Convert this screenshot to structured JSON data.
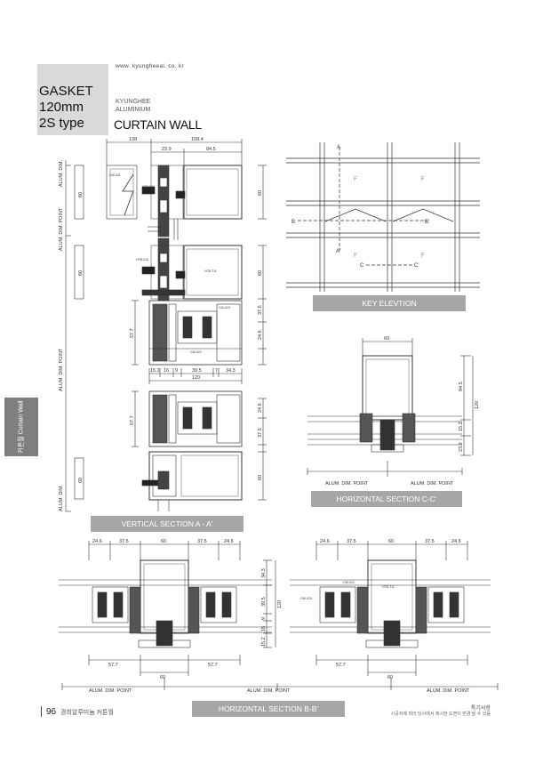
{
  "header": {
    "gasket_line1": "GASKET",
    "gasket_line2": "120mm",
    "gasket_line3": "2S type",
    "url": "www. kyungheeal. co. kr",
    "brand_line1": "KYUNGHEE",
    "brand_line2": "ALUMINIUM",
    "product": "CURTAIN WALL"
  },
  "side_tab": {
    "text": "커튼월 Curtain Wall"
  },
  "sections": {
    "vertical": "VERTICAL SECTION A - A'",
    "key_elevation": "KEY ELEVTION",
    "horizontal_cc": "HORIZONTAL SECTION C-C'",
    "horizontal_bb": "HORIZONTAL SECTION B-B'"
  },
  "vertical_dims": {
    "top_total": "138",
    "top_right": "108.4",
    "d1": "23.9",
    "d2": "84.5",
    "side_alum": "ALUM. DIM.",
    "side_point": "ALUM. DIM. POINT",
    "v60a": "60",
    "v60b": "60",
    "v60c": "60",
    "v60d": "60",
    "v57a": "57.7",
    "v57b": "57.7",
    "v37a": "37.5",
    "v24a": "24.6",
    "v24b": "24.6",
    "v37b": "37.5",
    "b1": "15.2",
    "b2": "16",
    "b3": "9",
    "b4": "39.5",
    "b5": "7",
    "b6": "34.3",
    "b_total": "120",
    "part1": "CW-041",
    "part2": "HTB-014",
    "part3": "HTB-012",
    "part4": "HTB-T-8",
    "part5": "CW-024",
    "part6": "CW-022"
  },
  "key_elev": {
    "A": "A",
    "A2": "A'",
    "B": "B",
    "B2": "B'",
    "C": "C",
    "C2": "C'",
    "F": "F"
  },
  "cc_dims": {
    "w": "60",
    "h1": "84.5",
    "h2": "120",
    "h3": "15.2",
    "h4": "23.9",
    "left": "ALUM. DIM. POINT",
    "right": "ALUM. DIM. POINT"
  },
  "bb_dims": {
    "d1": "24.6",
    "d2": "37.5",
    "d3": "60",
    "d4": "37.5",
    "d5": "24.6",
    "r1": "34.3",
    "r2": "39.5",
    "r3": "9",
    "r4": "16",
    "r5": "15.2",
    "r_total": "120",
    "b1": "57.7",
    "b2": "57.7",
    "b3": "60",
    "p1": "ALUM. DIM. POINT",
    "p2": "ALUM. DIM. POINT",
    "p3": "ALUM. DIM. POINT",
    "part_a": "CW-024",
    "part_b": "CW-023",
    "part_c": "HTB-T-8"
  },
  "footer": {
    "page": "96",
    "desc": "경희알루미늄 커튼월",
    "right1": "특기사항",
    "right2": "시공자에 따라 당사에서 제시한 도면이 변경 될 수 있음"
  }
}
